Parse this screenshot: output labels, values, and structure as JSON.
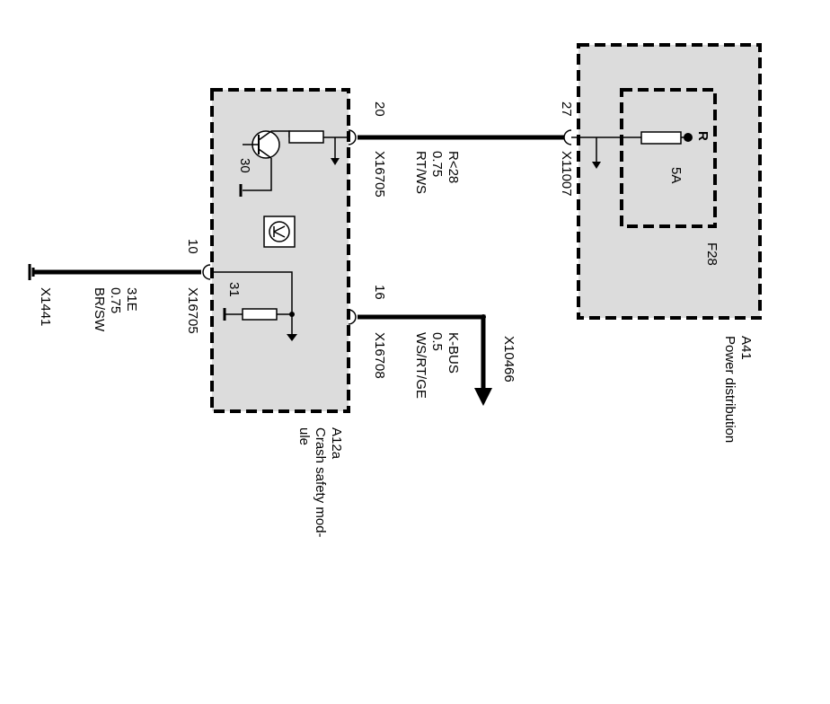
{
  "modules": {
    "a12a": {
      "id": "A12a",
      "name_line1": "Crash safety mod-",
      "name_line2": "ule"
    },
    "a41": {
      "id": "A41",
      "name": "Power distribution"
    }
  },
  "fuse": {
    "id": "F28",
    "rating": "5A",
    "terminal": "R"
  },
  "transistor": {
    "pin30": "30",
    "pin31": "31"
  },
  "connectors": {
    "pin20": {
      "pin": "20",
      "name": "X16705"
    },
    "pin16": {
      "pin": "16",
      "name": "X16708"
    },
    "pin10": {
      "pin": "10",
      "name": "X16705"
    },
    "pin27": {
      "pin": "27",
      "name": "X11007"
    }
  },
  "wires": {
    "r28": {
      "signal": "R<28",
      "size": "0.75",
      "color": "RT/WS"
    },
    "kbus": {
      "signal": "K-BUS",
      "size": "0.5",
      "color": "WS/RT/GE"
    },
    "ground": {
      "signal": "31E",
      "size": "0.75",
      "color": "BR/SW"
    }
  },
  "endpoints": {
    "ground": "X1441",
    "kbus": "X10466"
  }
}
